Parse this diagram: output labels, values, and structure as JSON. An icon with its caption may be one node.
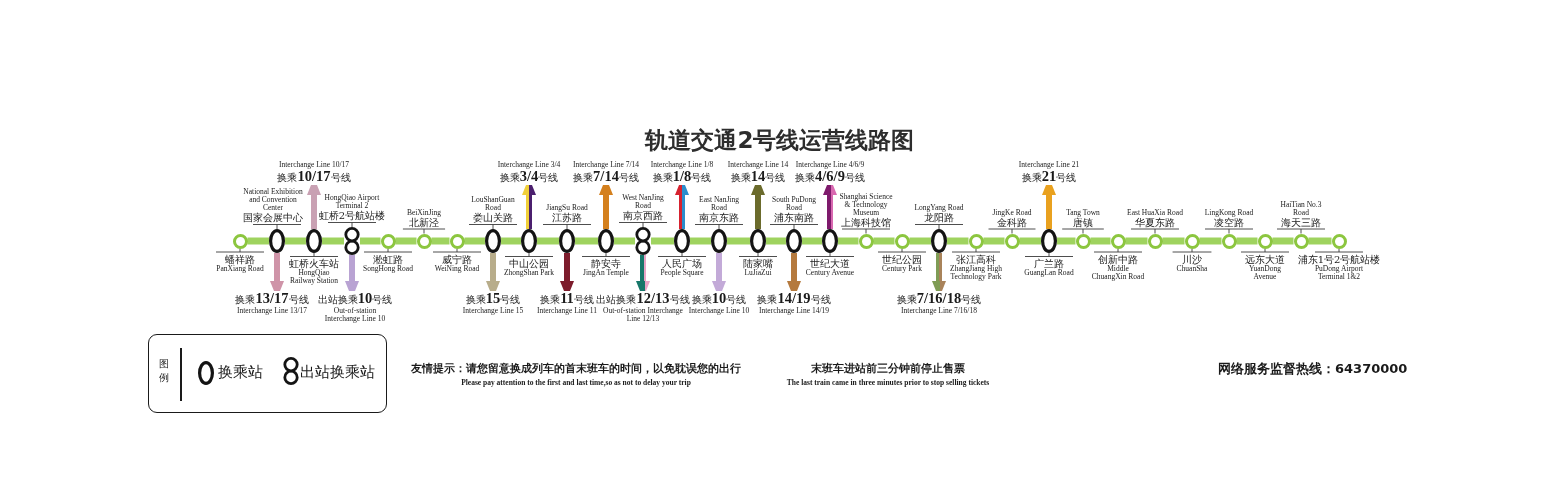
{
  "diagram": {
    "title": "轨道交通2号线运营线路图",
    "nodes": [
      {
        "text": [],
        "shape": "circle",
        "beside": [
          "蟠祥路",
          "PanXiang Road"
        ]
      },
      {
        "text": [],
        "shape": "oval",
        "beside": [
          "National Exhibition and Convention Center",
          "国家会展中心"
        ]
      },
      {
        "text": [],
        "shape": "oval",
        "beside": [
          "虹桥火车站",
          "HongQiao Railway Station"
        ]
      },
      {
        "text": [],
        "shape": "double-oval",
        "beside": [
          "HongQiao Airport Terminal 2",
          "虹桥2号航站楼"
        ]
      },
      {
        "text": [],
        "shape": "circle",
        "beside": [
          "淞虹路",
          "SongHong Road"
        ]
      },
      {
        "text": [],
        "shape": "circle",
        "beside": [
          "BeiXinJing",
          "北新泾"
        ]
      },
      {
        "text": [],
        "shape": "circle",
        "beside": [
          "威宁路",
          "WeiNing Road"
        ]
      },
      {
        "text": [],
        "shape": "oval",
        "beside": [
          "LouShanGuan Road",
          "娄山关路"
        ]
      },
      {
        "text": [],
        "shape": "oval",
        "beside": [
          "中山公园",
          "ZhongShan Park"
        ]
      },
      {
        "text": [],
        "shape": "oval",
        "beside": [
          "JiangSu Road",
          "江苏路"
        ]
      },
      {
        "text": [],
        "shape": "oval",
        "beside": [
          "静安寺",
          "JingAn Temple"
        ]
      },
      {
        "text": [],
        "shape": "double-oval",
        "beside": [
          "West NanJing Road",
          "南京西路"
        ]
      },
      {
        "text": [],
        "shape": "oval",
        "beside": [
          "人民广场",
          "People Square"
        ]
      },
      {
        "text": [],
        "shape": "oval",
        "beside": [
          "East NanJing Road",
          "南京东路"
        ]
      },
      {
        "text": [],
        "shape": "oval",
        "beside": [
          "陆家嘴",
          "LuJiaZui"
        ]
      },
      {
        "text": [],
        "shape": "oval",
        "beside": [
          "South PuDong Road",
          "浦东南路"
        ]
      },
      {
        "text": [],
        "shape": "oval",
        "beside": [
          "世纪大道",
          "Century Avenue"
        ]
      },
      {
        "text": [],
        "shape": "circle",
        "beside": [
          "Shanghai Science & Technology Museum",
          "上海科技馆"
        ]
      },
      {
        "text": [],
        "shape": "circle",
        "beside": [
          "世纪公园",
          "Century Park"
        ]
      },
      {
        "text": [],
        "shape": "oval",
        "beside": [
          "LongYang Road",
          "龙阳路"
        ]
      },
      {
        "text": [],
        "shape": "circle",
        "beside": [
          "张江高科",
          "ZhangJiang High Technology Park"
        ]
      },
      {
        "text": [],
        "shape": "circle",
        "beside": [
          "JingKe Road",
          "金科路"
        ]
      },
      {
        "text": [],
        "shape": "oval",
        "beside": [
          "广兰路",
          "GuangLan Road"
        ]
      },
      {
        "text": [],
        "shape": "circle",
        "beside": [
          "Tang Town",
          "唐镇"
        ]
      },
      {
        "text": [],
        "shape": "circle",
        "beside": [
          "创新中路",
          "Middle ChuangXin Road"
        ]
      },
      {
        "text": [],
        "shape": "circle",
        "beside": [
          "East HuaXia Road",
          "华夏东路"
        ]
      },
      {
        "text": [],
        "shape": "circle",
        "beside": [
          "川沙",
          "ChuanSha"
        ]
      },
      {
        "text": [],
        "shape": "circle",
        "beside": [
          "LingKong Road",
          "凌空路"
        ]
      },
      {
        "text": [],
        "shape": "circle",
        "beside": [
          "远东大道",
          "YuanDong Avenue"
        ]
      },
      {
        "text": [],
        "shape": "circle",
        "beside": [
          "HaiTian No.3 Road",
          "海天三路"
        ]
      },
      {
        "text": [],
        "shape": "circle",
        "beside": [
          "浦东1号2号航站楼",
          "PuDong Airport Terminal 1&2"
        ]
      },
      {
        "text": [
          "换乘**13/17**号线",
          "Interchange Line 13/17"
        ]
      },
      {
        "text": [
          "Interchange Line 10/17",
          "换乘**10/17**号线"
        ]
      },
      {
        "text": [
          "出站换乘**10**号线",
          "Out-of-station Interchange Line 10"
        ]
      },
      {
        "text": [
          "换乘**15**号线",
          "Interchange Line 15"
        ]
      },
      {
        "text": [
          "Interchange Line 3/4",
          "换乘**3/4**号线"
        ]
      },
      {
        "text": [
          "换乘**11**号线",
          "Interchange Line 11"
        ]
      },
      {
        "text": [
          "Interchange Line 7/14",
          "换乘**7/14**号线"
        ]
      },
      {
        "text": [
          "出站换乘**12/13**号线",
          "Out-of-station Interchange Line 12/13"
        ]
      },
      {
        "text": [
          "Interchange Line 1/8",
          "换乘**1/8**号线"
        ]
      },
      {
        "text": [
          "换乘**10**号线",
          "Interchange Line 10"
        ]
      },
      {
        "text": [
          "Interchange Line 14",
          "换乘**14**号线"
        ]
      },
      {
        "text": [
          "换乘**14/19**号线",
          "Interchange Line 14/19"
        ]
      },
      {
        "text": [
          "Interchange Line 4/6/9",
          "换乘**4/6/9**号线"
        ]
      },
      {
        "text": [
          "换乘**7/16/18**号线",
          "Interchange Line 7/16/18"
        ]
      },
      {
        "text": [
          "Interchange Line 21",
          "换乘**21**号线"
        ]
      }
    ],
    "edges": [
      {
        "from": 0,
        "to": 1,
        "arrow": "none"
      },
      {
        "from": 1,
        "to": 2,
        "arrow": "none"
      },
      {
        "from": 2,
        "to": 3,
        "arrow": "none"
      },
      {
        "from": 3,
        "to": 4,
        "arrow": "none"
      },
      {
        "from": 4,
        "to": 5,
        "arrow": "none"
      },
      {
        "from": 5,
        "to": 6,
        "arrow": "none"
      },
      {
        "from": 6,
        "to": 7,
        "arrow": "none"
      },
      {
        "from": 7,
        "to": 8,
        "arrow": "none"
      },
      {
        "from": 8,
        "to": 9,
        "arrow": "none"
      },
      {
        "from": 9,
        "to": 10,
        "arrow": "none"
      },
      {
        "from": 10,
        "to": 11,
        "arrow": "none"
      },
      {
        "from": 11,
        "to": 12,
        "arrow": "none"
      },
      {
        "from": 12,
        "to": 13,
        "arrow": "none"
      },
      {
        "from": 13,
        "to": 14,
        "arrow": "none"
      },
      {
        "from": 14,
        "to": 15,
        "arrow": "none"
      },
      {
        "from": 15,
        "to": 16,
        "arrow": "none"
      },
      {
        "from": 16,
        "to": 17,
        "arrow": "none"
      },
      {
        "from": 17,
        "to": 18,
        "arrow": "none"
      },
      {
        "from": 18,
        "to": 19,
        "arrow": "none"
      },
      {
        "from": 19,
        "to": 20,
        "arrow": "none"
      },
      {
        "from": 20,
        "to": 21,
        "arrow": "none"
      },
      {
        "from": 21,
        "to": 22,
        "arrow": "none"
      },
      {
        "from": 22,
        "to": 23,
        "arrow": "none"
      },
      {
        "from": 23,
        "to": 24,
        "arrow": "none"
      },
      {
        "from": 24,
        "to": 25,
        "arrow": "none"
      },
      {
        "from": 25,
        "to": 26,
        "arrow": "none"
      },
      {
        "from": 26,
        "to": 27,
        "arrow": "none"
      },
      {
        "from": 27,
        "to": 28,
        "arrow": "none"
      },
      {
        "from": 28,
        "to": 29,
        "arrow": "none"
      },
      {
        "from": 29,
        "to": 30,
        "arrow": "none"
      },
      {
        "from": 1,
        "to": 31,
        "arrow": "to",
        "color": "#cf94a8"
      },
      {
        "from": 2,
        "to": 32,
        "arrow": "to",
        "color": "#c9a1b3"
      },
      {
        "from": 3,
        "to": 33,
        "arrow": "to",
        "color": "#b9a3d3"
      },
      {
        "from": 7,
        "to": 34,
        "arrow": "to",
        "color": "#b8ad8b"
      },
      {
        "from": 8,
        "to": 35,
        "arrow": "to",
        "color": "#f0cf3a"
      },
      {
        "from": 9,
        "to": 36,
        "arrow": "to",
        "color": "#7d1c2c"
      },
      {
        "from": 10,
        "to": 37,
        "arrow": "to",
        "color": "#d4801e"
      },
      {
        "from": 11,
        "to": 38,
        "arrow": "to",
        "color": "#17776a"
      },
      {
        "from": 12,
        "to": 39,
        "arrow": "to",
        "color": "#d6222f"
      },
      {
        "from": 13,
        "to": 40,
        "arrow": "to",
        "color": "#c3aad8"
      },
      {
        "from": 14,
        "to": 41,
        "arrow": "to",
        "color": "#6b6b2c"
      },
      {
        "from": 15,
        "to": 42,
        "arrow": "to",
        "color": "#b57a3e"
      },
      {
        "from": 16,
        "to": 43,
        "arrow": "to",
        "color": "#7e1a6c"
      },
      {
        "from": 19,
        "to": 44,
        "arrow": "to",
        "color": "#7f9c55"
      },
      {
        "from": 22,
        "to": 45,
        "arrow": "to",
        "color": "#e9a11f"
      }
    ],
    "labels": [
      "图例",
      "友情提示：请您留意换成列车的首末班车的时间，以免耽误您的出行",
      "Please pay attention to the first and last time,so as not to delay your trip",
      "末班车进站前三分钟前停止售票",
      "The last train came in three minutes prior to stop selling tickets",
      "网络服务监督热线：64370000"
    ],
    "legend": [
      {
        "text": "换乘站"
      },
      {
        "text": "出站换乘站"
      }
    ]
  }
}
